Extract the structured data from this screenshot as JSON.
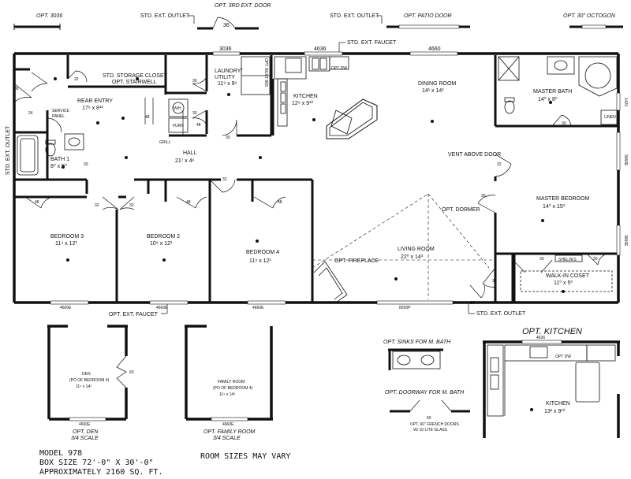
{
  "top_options": {
    "opt_3036": "OPT. 3036",
    "std_ext_outlet_1": "STD. EXT. OUTLET",
    "opt_3rd_ext_door": "OPT. 3RD EXT. DOOR",
    "door_36_top": "36",
    "std_ext_outlet_2": "STD. EXT. OUTLET",
    "opt_patio_door": "OPT. PATIO DOOR",
    "opt_30_octogon": "OPT. 30\" OCTOGON"
  },
  "top_wall": {
    "win_3036": "3036",
    "win_4636": "4636",
    "std_ext_faucet": "STD. EXT. FAUCET",
    "win_4660": "4660"
  },
  "rooms": {
    "storage_closet": "STD. STORAGE CLOSET",
    "opt_stairwell": "OPT. STAIRWELL",
    "laundry": "LAUNDRY/",
    "utility": "UTILITY",
    "laundry_size": "11⁹ x 9⁶",
    "kitchen": "KITCHEN",
    "kitchen_size": "12⁹ x 9¹⁰",
    "dining": "DINING ROOM",
    "dining_size": "14¹ x 14³",
    "master_bath": "MASTER BATH",
    "master_bath_size": "14⁰ x 8⁰",
    "rear_entry": "REAR ENTRY",
    "rear_entry_size": "17⁶ x 8¹¹",
    "service_panel_1": "SERVICE",
    "service_panel_2": "PANEL",
    "hall": "HALL",
    "hall_size": "21⁷ x 4⁶",
    "bath1": "BATH 1",
    "bath1_size": "8⁰ x 5⁰",
    "vent_above_door": "VENT ABOVE DOOR",
    "master_bedroom": "MASTER BEDROOM",
    "master_bedroom_size": "14⁰ x 15³",
    "bedroom3": "BEDROOM 3",
    "bedroom3_size": "11⁴ x 12¹",
    "bedroom2": "BEDROOM 2",
    "bedroom2_size": "10⁹ x 12¹",
    "bedroom4": "BEDROOM 4",
    "bedroom4_size": "11⁹ x 12¹",
    "opt_dormer": "OPT. DORMER",
    "living_room": "LIVING ROOM",
    "living_size": "22⁰ x 14³",
    "opt_fireplace": "OPT. FIREPLACE",
    "shelves": "SHELVES",
    "walk_in_closet": "WALK-IN COSET",
    "walk_in_size": "11⁰ x 5⁰",
    "linen": "LINEN",
    "wh": "W/H",
    "furn": "FURN",
    "grill": "GRILL",
    "opt_dw": "OPT DW",
    "opt_built_ins": "OPT. BUILT-INS"
  },
  "dims": {
    "d32a": "32",
    "d30a": "30",
    "d30b": "30",
    "d24": "24",
    "d36a": "36",
    "d48a": "48",
    "d48b": "48",
    "d30c": "30",
    "d30d": "30",
    "d30e": "30",
    "d32b": "32",
    "d32c": "32",
    "d32d": "32",
    "d48c": "48",
    "d48d": "48",
    "d48e": "48",
    "d30f": "30",
    "d30g": "30",
    "d30h": "30",
    "d36b": "36",
    "d32e": "32",
    "d30i": "30"
  },
  "side_labels": {
    "std_ext_outlet_left": "STD. EXT. OUTLET",
    "win_3660_a": "3660E",
    "win_3660_b": "3660E",
    "win_1420": "1420"
  },
  "bottom_wall": {
    "w4660e_1": "4660E",
    "w4660e_2": "4660E",
    "w4660e_3": "4660E",
    "opt_ext_faucet": "OPT. EXT. FAUCET",
    "w8260p": "8260P",
    "std_ext_outlet_b": "STD. EXT. OUTLET"
  },
  "den": {
    "name": "DEN",
    "sub": "(PO OF BEDROOM 4)",
    "size": "11⁹ x 14³",
    "door": "60",
    "win": "4660E",
    "caption": "OPT. DEN",
    "scale": "3/4 SCALE"
  },
  "family": {
    "name": "FAMILY ROOM",
    "sub": "(PO OF BEDROOM 4)",
    "size": "11⁹ x 14³",
    "win": "4660E",
    "caption": "OPT. FAMILY ROOM",
    "scale": "3/4 SCALE"
  },
  "opt_sinks": "OPT. SINKS FOR M. BATH",
  "opt_doorway": "OPT. DOORWAY FOR M. BATH",
  "doorway_60": "60",
  "doorway_note1": "OPT. 60\" FRENCH DOORS",
  "doorway_note2": "W/ 10 LITE GLASS",
  "opt_kitchen": {
    "title": "OPT. KITCHEN",
    "win": "4636",
    "opt_dw": "OPT DW",
    "name": "KITCHEN",
    "size": "13² x 9¹⁰"
  },
  "footer": {
    "model": "MODEL 978",
    "box": "BOX SIZE 72'-0\" X 30'-0\"",
    "approx": "APPROXIMATELY 2160 SQ. FT.",
    "room_sizes": "ROOM SIZES MAY VARY"
  }
}
